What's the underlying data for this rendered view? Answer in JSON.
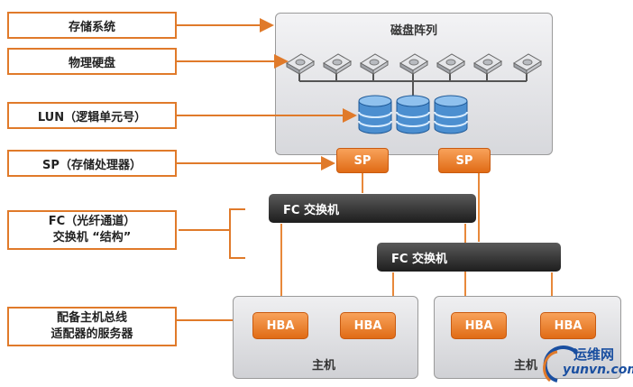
{
  "labels": {
    "storage_system": "存储系统",
    "physical_disk": "物理硬盘",
    "lun": "LUN（逻辑单元号）",
    "sp": "SP（存储处理器）",
    "fc_line1": "FC（光纤通道）",
    "fc_line2": "交换机 “结构”",
    "hba_line1": "配备主机总线",
    "hba_line2": "适配器的服务器"
  },
  "array": {
    "title": "磁盘阵列"
  },
  "sp_units": [
    "SP",
    "SP"
  ],
  "switches": [
    "FC 交换机",
    "FC 交换机"
  ],
  "hosts": [
    {
      "label": "主机",
      "hbas": [
        "HBA",
        "HBA"
      ]
    },
    {
      "label": "主机",
      "hbas": [
        "HBA",
        "HBA"
      ]
    }
  ],
  "watermark": {
    "cn": "运维网",
    "en": "yunvn.com"
  },
  "colors": {
    "accent": "#e07a2a",
    "switch": "#2a2a2a",
    "panel": "#dcdde0"
  }
}
